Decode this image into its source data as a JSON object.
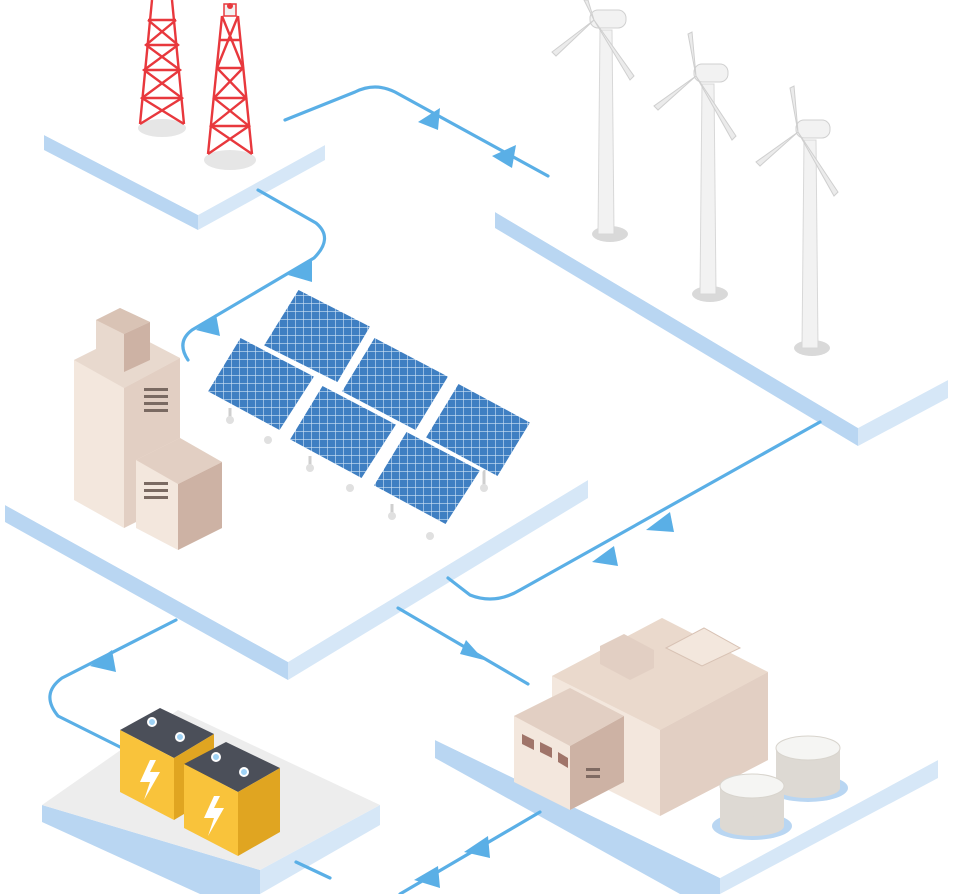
{
  "diagram": {
    "nodes": [
      {
        "id": "transmission-towers",
        "icon": "transmission-tower-icon"
      },
      {
        "id": "wind-farm",
        "icon": "wind-turbine-icon"
      },
      {
        "id": "solar-farm",
        "icon": "solar-panel-icon"
      },
      {
        "id": "control-building",
        "icon": "building-icon"
      },
      {
        "id": "battery-storage",
        "icon": "battery-bolt-icon"
      },
      {
        "id": "factory",
        "icon": "factory-icon"
      },
      {
        "id": "storage-tanks",
        "icon": "tank-icon"
      }
    ],
    "flows": [
      {
        "from": "wind-farm",
        "to": "transmission-towers"
      },
      {
        "from": "transmission-towers",
        "to": "solar-farm"
      },
      {
        "from": "wind-farm",
        "to": "solar-farm"
      },
      {
        "from": "solar-farm",
        "to": "factory"
      },
      {
        "from": "solar-farm",
        "to": "battery-storage"
      },
      {
        "from": "factory",
        "to": "battery-storage"
      }
    ]
  },
  "colors": {
    "flow_line": "#5aafe6",
    "platform_top": "#ffffff",
    "platform_side": "#b9d6f2",
    "platform_shadow": "#d6e7f7",
    "tower_red": "#e8383d",
    "solar_cell": "#3f7fc2",
    "building_light": "#f3e7dd",
    "building_mid": "#e2cfc3",
    "building_dark": "#cdb2a4",
    "battery_yellow": "#f9c33b",
    "battery_grey": "#4b4f59",
    "turbine_white": "#f2f2f2",
    "turbine_shade": "#d8d8d8",
    "tank_white": "#f5f5f3",
    "tank_shade": "#ddd9d3"
  }
}
